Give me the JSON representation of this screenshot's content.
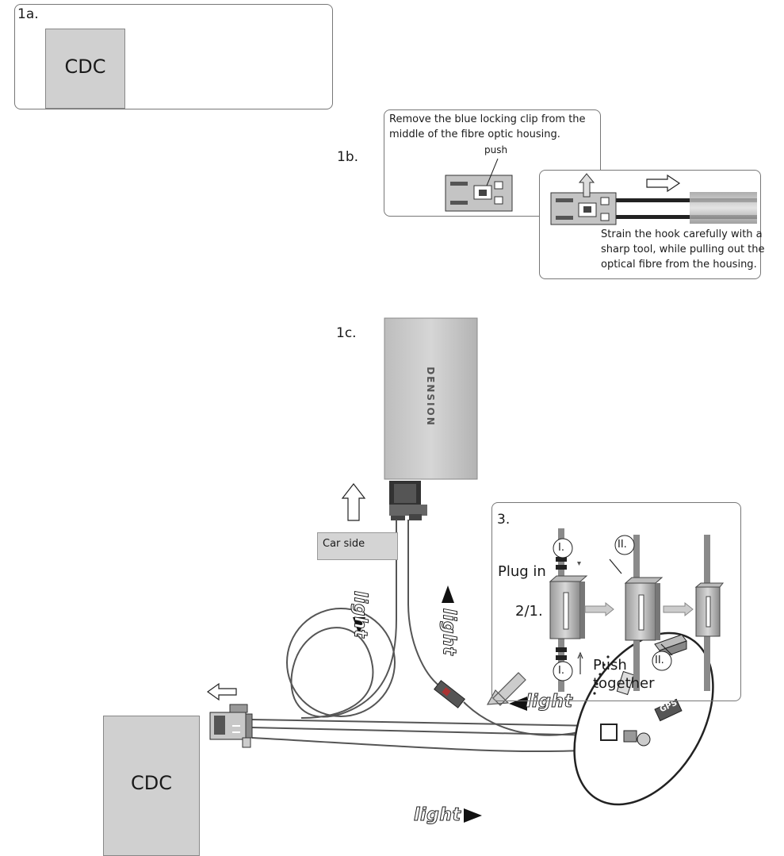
{
  "step_labels": {
    "s1a": "1a.",
    "s1b": "1b.",
    "s1c": "1c.",
    "s3": "3."
  },
  "cdc_label": "CDC",
  "panel_1b": {
    "note_line1": "Remove the blue locking clip from the",
    "note_line2": "middle of the fibre optic housing.",
    "push": "push"
  },
  "panel_1b2": {
    "note_line1": "Strain the hook carefully with a",
    "note_line2": "sharp tool, while pulling out the",
    "note_line3": "optical fibre from the housing."
  },
  "device": {
    "brand": "DENSION"
  },
  "car_side": "Car side",
  "light_word": "light",
  "panel_3": {
    "roman_1": "I.",
    "roman_2": "II.",
    "plug_in": "Plug in",
    "step_2_1": "2/1.",
    "push": "Push",
    "together": "together"
  },
  "gps": "GPS",
  "colors": {
    "box_gray": "#d0d0d0",
    "device_gray": "#c8c8c8",
    "line": "#222222",
    "fiber": "#555555"
  }
}
